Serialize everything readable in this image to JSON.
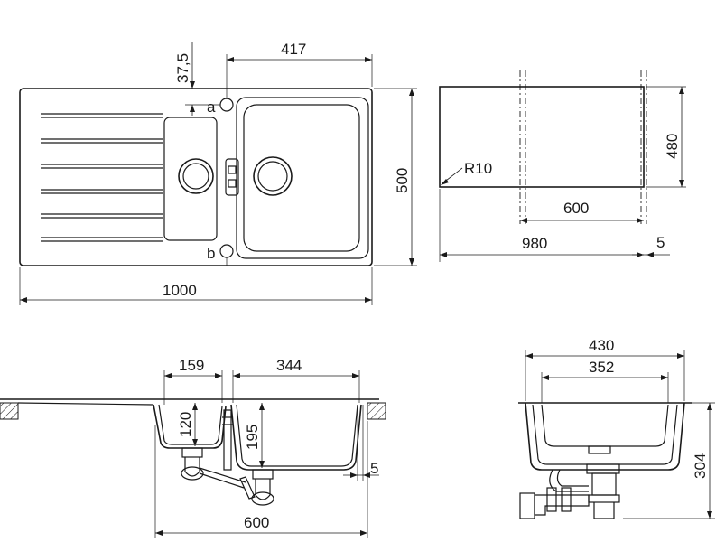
{
  "dimensions": {
    "bowl_width_417": "417",
    "offset_37_5": "37,5",
    "label_a": "a",
    "label_b": "b",
    "overall_width_1000": "1000",
    "overall_depth_500": "500",
    "cutout_depth_480": "480",
    "radius_r10": "R10",
    "cabinet_600": "600",
    "cutout_width_980": "980",
    "gap_5_top": "5",
    "small_bowl_159": "159",
    "big_bowl_344": "344",
    "small_depth_120": "120",
    "big_depth_195": "195",
    "flange_5_section": "5",
    "section_width_600": "600",
    "side_outer_430": "430",
    "side_inner_352": "352",
    "side_height_304": "304"
  }
}
